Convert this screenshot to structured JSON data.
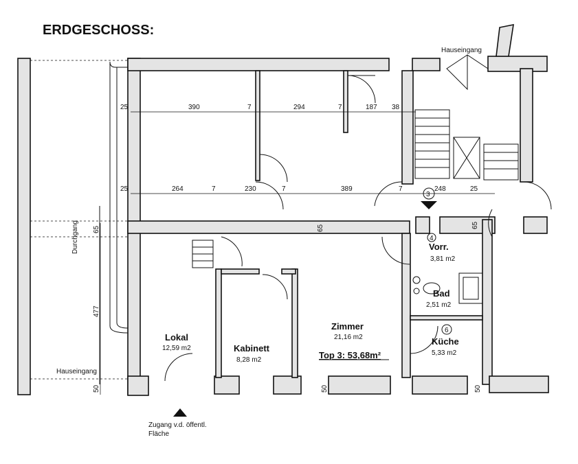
{
  "title": "ERDGESCHOSS:",
  "labels": {
    "hauseingang_top": "Hauseingang",
    "hauseingang_left": "Hauseingang",
    "durchgang": "Durchgang",
    "zugang_line1": "Zugang v.d. öffentl.",
    "zugang_line2": "Fläche"
  },
  "rooms": {
    "lokal": {
      "name": "Lokal",
      "area": "12,59 m2"
    },
    "kabinett": {
      "name": "Kabinett",
      "area": "8,28 m2"
    },
    "zimmer": {
      "name": "Zimmer",
      "area": "21,16 m2"
    },
    "vorr": {
      "name": "Vorr.",
      "area": "3,81 m2",
      "number": "4"
    },
    "bad": {
      "name": "Bad",
      "area": "2,51 m2"
    },
    "kueche": {
      "name": "Küche",
      "area": "5,33 m2",
      "number": "6"
    }
  },
  "top_total": "Top 3: 53,68m²",
  "marker_number": "3",
  "dimensions": {
    "row1": [
      "25",
      "390",
      "7",
      "294",
      "7",
      "187",
      "38"
    ],
    "row2": [
      "25",
      "264",
      "7",
      "230",
      "7",
      "389",
      "7",
      "248",
      "25"
    ],
    "vertical": [
      "65",
      "477",
      "50"
    ],
    "wall_65a": "65",
    "wall_65b": "65",
    "bottom_50a": "50",
    "bottom_50b": "50"
  }
}
